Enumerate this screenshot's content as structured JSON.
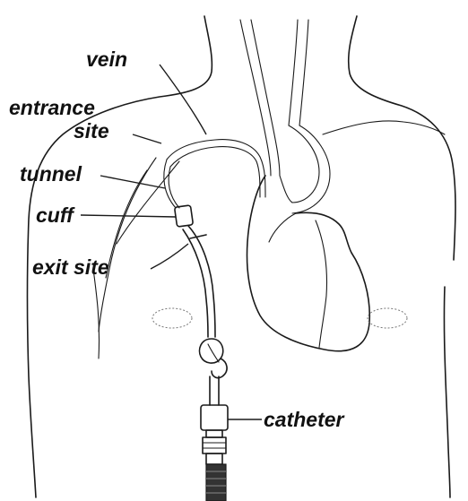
{
  "diagram": {
    "labels": {
      "vein": "vein",
      "entrance_line1": "entrance",
      "entrance_line2": "site",
      "tunnel": "tunnel",
      "cuff": "cuff",
      "exit_site": "exit site",
      "catheter": "catheter"
    },
    "colors": {
      "ink": "#1a1a1a",
      "background": "#ffffff",
      "connector_dark": "#333333"
    }
  }
}
